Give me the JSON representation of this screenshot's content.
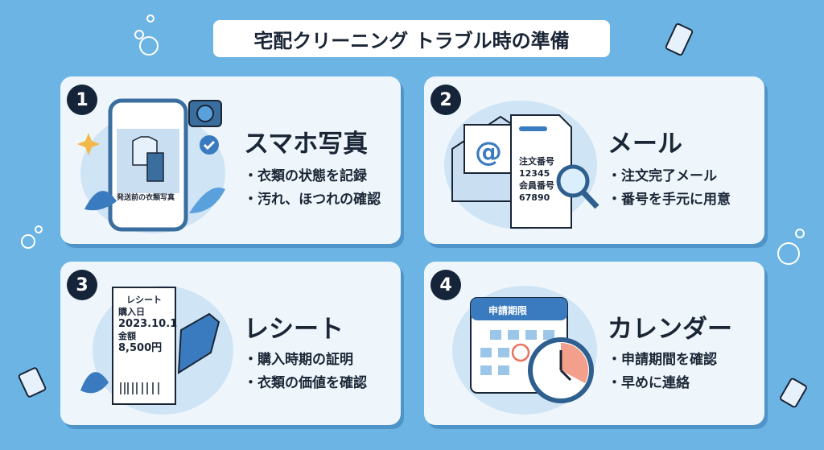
{
  "title": "宅配クリーニング トラブル時の準備",
  "cards": [
    {
      "number": "1",
      "heading": "スマホ写真",
      "bullets": [
        "・衣類の状態を記録",
        "・汚れ、ほつれの確認"
      ],
      "illustration_label": "発送前の衣類写真"
    },
    {
      "number": "2",
      "heading": "メール",
      "bullets": [
        "・注文完了メール",
        "・番号を手元に用意"
      ],
      "doc_lines": [
        "注文番号",
        "12345",
        "会員番号",
        "67890"
      ]
    },
    {
      "number": "3",
      "heading": "レシート",
      "bullets": [
        "・購入時期の証明",
        "・衣類の価値を確認"
      ],
      "receipt_lines": [
        "レシート",
        "購入日",
        "2023.10.1",
        "金額",
        "8,500円"
      ]
    },
    {
      "number": "4",
      "heading": "カレンダー",
      "bullets": [
        "・申請期間を確認",
        "・早めに連絡"
      ],
      "calendar_label": "申請期限"
    }
  ],
  "colors": {
    "background": "#6cb4e4",
    "card": "#eef6fc",
    "accent": "#3a7bbf",
    "dark": "#16243a",
    "highlight": "#e8735e"
  }
}
